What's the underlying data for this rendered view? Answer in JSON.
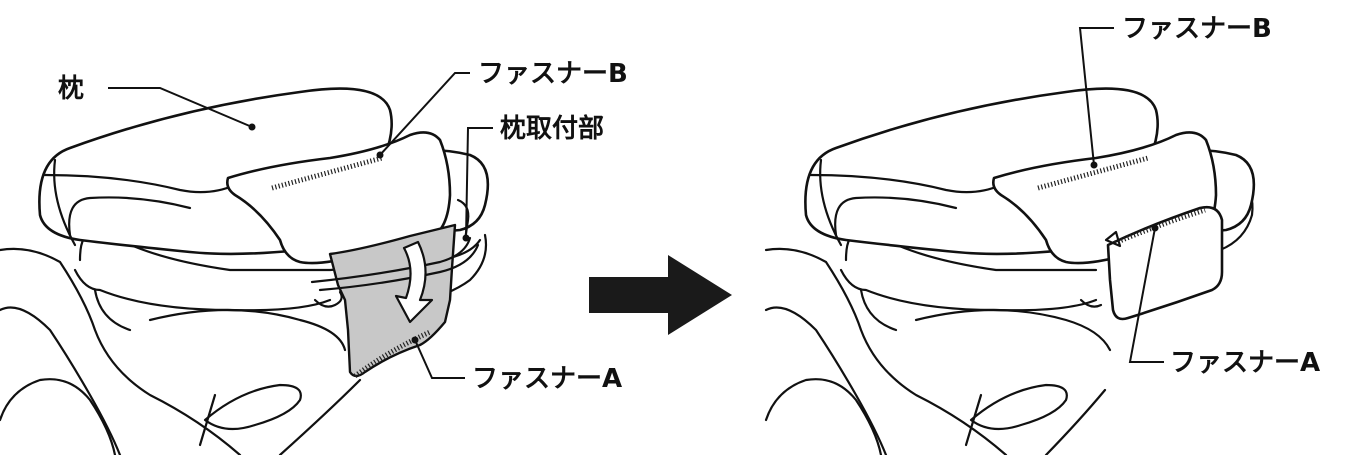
{
  "left_figure": {
    "labels": {
      "pillow": "枕",
      "fastener_b": "ファスナーB",
      "pillow_mount": "枕取付部",
      "fastener_a": "ファスナーA"
    }
  },
  "right_figure": {
    "labels": {
      "fastener_b": "ファスナーB",
      "fastener_a": "ファスナーA"
    }
  },
  "colors": {
    "line": "#111111",
    "mount_fill": "#c8c8c8",
    "arrow": "#1a1a1a"
  },
  "icons": [
    "down-arrow-icon",
    "right-arrow-icon"
  ]
}
